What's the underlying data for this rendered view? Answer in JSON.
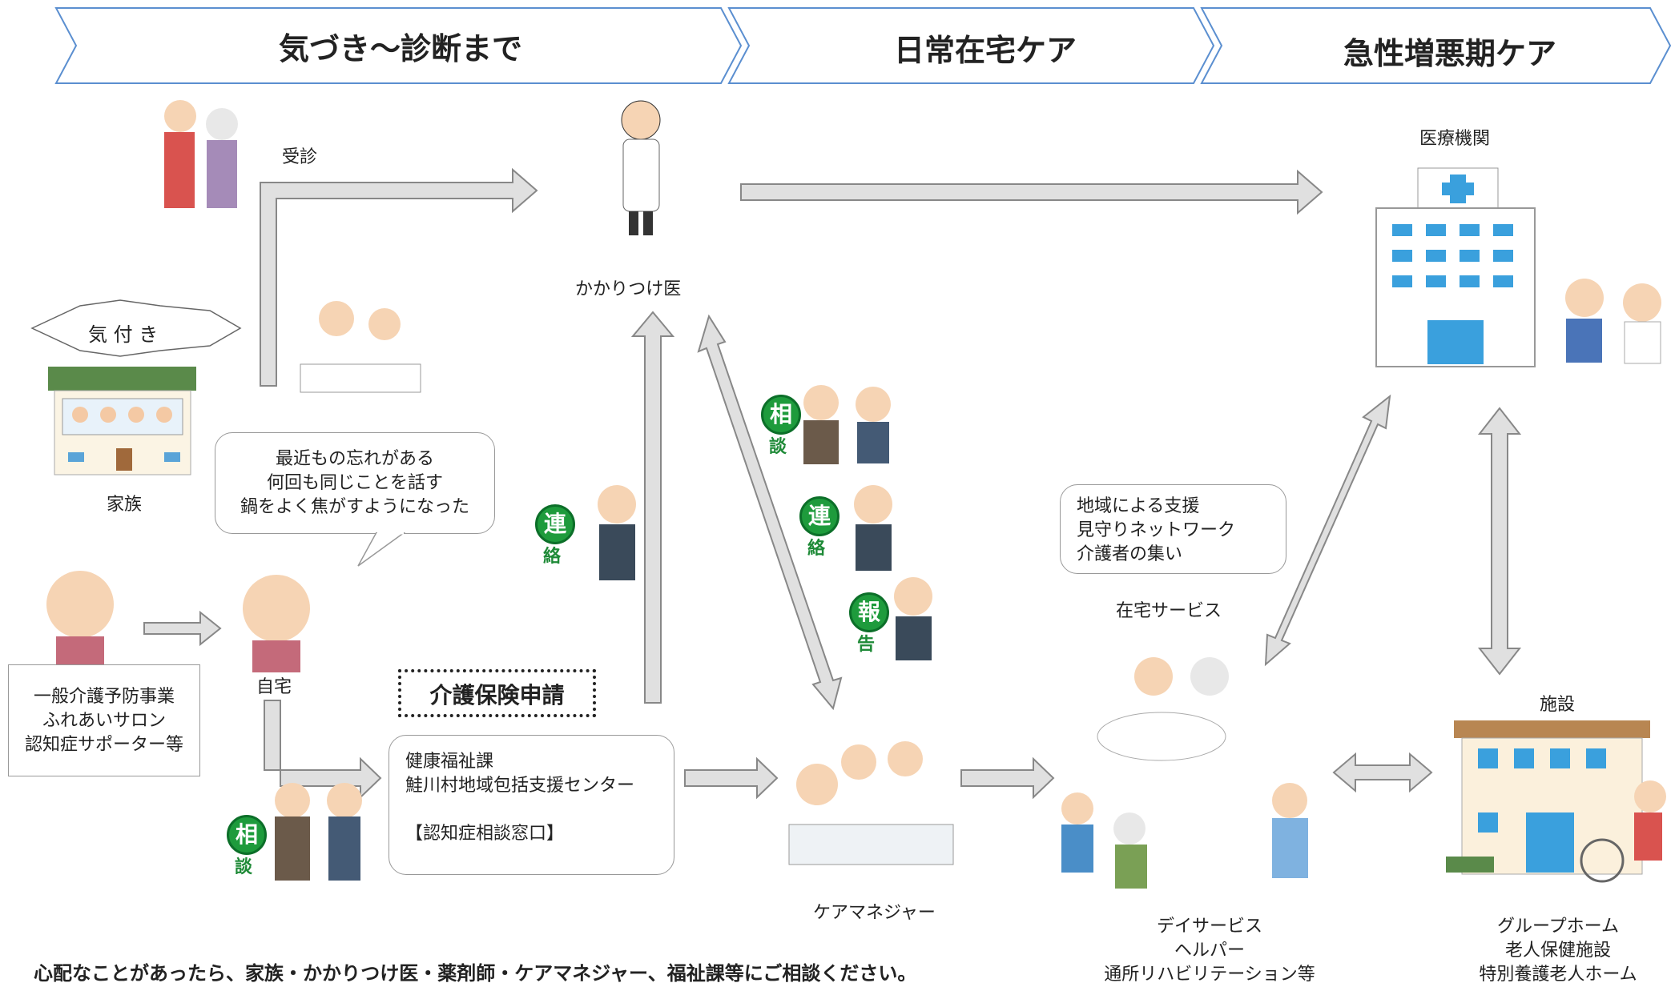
{
  "stages": [
    "気づき～診断まで",
    "日常在宅ケア",
    "急性増悪期ケア"
  ],
  "labels": {
    "consult": "受診",
    "kizuki": "気 付 き",
    "family": "家族",
    "doctor": "かかりつけ医",
    "hospital": "医療機関",
    "home": "自宅",
    "caremanager": "ケアマネジャー",
    "zaitaku": "在宅サービス",
    "facility": "施設",
    "kaigo_hoken": "介護保険申請"
  },
  "speech_bubble": "最近もの忘れがある\n何回も同じことを話す\n鍋をよく焦がすようになった",
  "prevention_box": "一般介護予防事業\nふれあいサロン\n認知症サポーター等",
  "center_box": "健康福祉課\n鮭川村地域包括支援センター\n\n【認知症相談窓口】",
  "community_box": "地域による支援\n見守りネットワーク\n介護者の集い",
  "day_services": "デイサービス\nヘルパー\n通所リハビリテーション等",
  "facilities": "グループホーム\n老人保健施設\n特別養護老人ホーム",
  "badges": {
    "soudan": [
      "相",
      "談"
    ],
    "renraku": [
      "連",
      "絡"
    ],
    "houkoku": [
      "報",
      "告"
    ]
  },
  "footer": "心配なことがあったら、家族・かかりつけ医・薬剤師・ケアマネジャー、福祉課等にご相談ください。",
  "colors": {
    "banner_border": "#5b8fd0",
    "arrow_fill": "#e0e0e0",
    "arrow_stroke": "#888888",
    "badge_green": "#1e9b3c",
    "hospital_blue": "#3aa0dd"
  }
}
